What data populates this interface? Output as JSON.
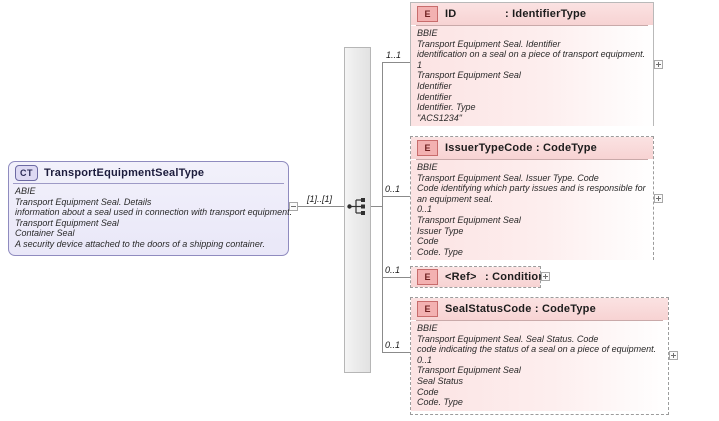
{
  "diagram": {
    "title": "XSD complexType diagram",
    "colors": {
      "element_fill": "#fbe2e2",
      "element_badge": "#f3b1b1",
      "complextype_fill": "#e9e7f8",
      "complextype_badge": "#ddd9f3",
      "line": "#8b8b8b",
      "sequence_bar": "#ebebeb"
    }
  },
  "complex_type": {
    "badge": "CT",
    "name": "TransportEquipmentSealType",
    "annotation": [
      "ABIE",
      "Transport Equipment Seal. Details",
      "information about a seal used in connection with transport equipment.",
      "Transport Equipment Seal",
      "Container Seal",
      "A security device attached to the doors of a shipping container."
    ],
    "collapse_toggle": "minus",
    "cardinality": "[1]..[1]"
  },
  "compositor": {
    "kind": "sequence",
    "icon": "sequence-icon"
  },
  "elements": [
    {
      "badge": "E",
      "name": "ID",
      "separator": ":",
      "type": "IdentifierType",
      "cardinality": "1..1",
      "optional": false,
      "expand_toggle": "plus",
      "annotation": [
        "BBIE",
        "Transport Equipment Seal. Identifier",
        "identification on a seal on a piece of transport equipment.",
        "1",
        "Transport Equipment Seal",
        "Identifier",
        "Identifier",
        "Identifier. Type",
        "\"ACS1234\""
      ]
    },
    {
      "badge": "E",
      "name": "IssuerTypeCode",
      "separator": ":",
      "type": "CodeType",
      "cardinality": "0..1",
      "optional": true,
      "expand_toggle": "plus",
      "annotation": [
        "BBIE",
        "Transport Equipment Seal. Issuer Type. Code",
        "Code identifying which party issues and is responsible for an equipment seal.",
        "0..1",
        "Transport Equipment Seal",
        "Issuer Type",
        "Code",
        "Code. Type"
      ]
    },
    {
      "badge": "E",
      "name": "<Ref>",
      "separator": ":",
      "type": "Condition",
      "cardinality": "0..1",
      "optional": true,
      "expand_toggle": "plus",
      "annotation": []
    },
    {
      "badge": "E",
      "name": "SealStatusCode",
      "separator": ":",
      "type": "CodeType",
      "cardinality": "0..1",
      "optional": true,
      "expand_toggle": "plus",
      "annotation": [
        "BBIE",
        "Transport Equipment Seal. Seal Status. Code",
        "code indicating the status of a seal on a piece of equipment.",
        "0..1",
        "Transport Equipment Seal",
        "Seal Status",
        "Code",
        "Code. Type"
      ]
    }
  ]
}
